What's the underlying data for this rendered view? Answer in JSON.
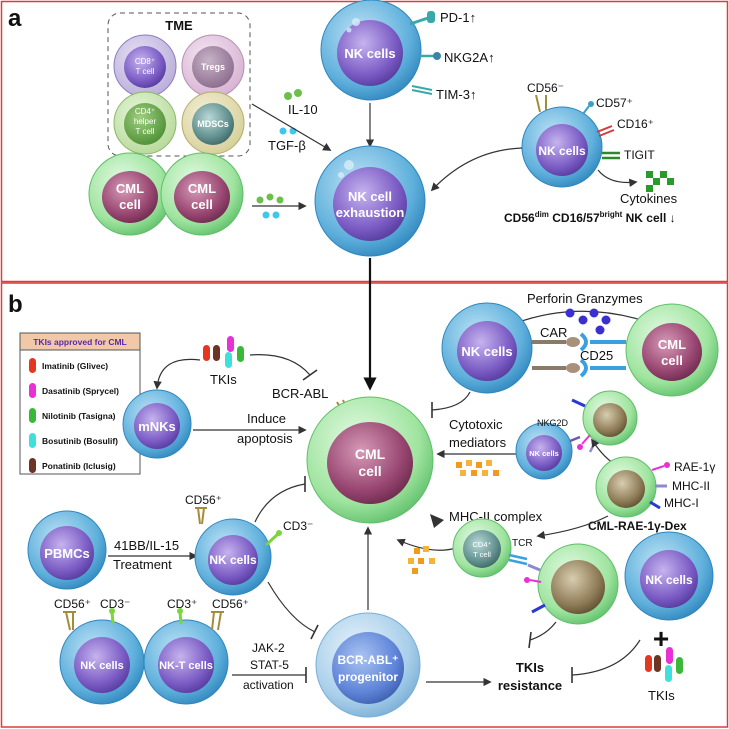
{
  "panels": {
    "a": {
      "letter": "a",
      "tme": {
        "title": "TME",
        "cells": [
          "CD8⁺ T cell",
          "Tregs",
          "CD4⁺ helper T cell",
          "MDSCs"
        ]
      },
      "il10": "IL-10",
      "tgfb": "TGF-β",
      "nk_top": {
        "label": "NK cells",
        "markers": [
          "PD-1↑",
          "NKG2A↑",
          "TIM-3↑"
        ]
      },
      "cml_cells": [
        "CML cell",
        "CML cell"
      ],
      "exhaustion": "NK cell exhaustion",
      "nk_right": {
        "label": "NK cells",
        "markers": [
          "CD56⁻",
          "CD57⁺",
          "CD16⁺",
          "TIGIT"
        ],
        "cytokines": "Cytokines"
      },
      "bright_caption": "CD56dim CD16/57bright NK cell ↓"
    },
    "b": {
      "letter": "b",
      "legend": {
        "title": "TKIs approved for CML",
        "items": [
          {
            "name": "Imatinib (Glivec)",
            "color": "#e3381f"
          },
          {
            "name": "Dasatinib (Sprycel)",
            "color": "#e830d6"
          },
          {
            "name": "Nilotinib (Tasigna)",
            "color": "#3ab83a"
          },
          {
            "name": "Bosutinib (Bosulif)",
            "color": "#3fe0dc"
          },
          {
            "name": "Ponatinib (Iclusig)",
            "color": "#6b3424"
          }
        ]
      },
      "tkis": "TKIs",
      "bcr_abl": "BCR-ABL",
      "mnks": "mNKs",
      "induce_apoptosis": [
        "Induce",
        "apoptosis"
      ],
      "cml_center": "CML cell",
      "perforin": "Perforin Granzymes",
      "car": "CAR",
      "cd25": "CD25",
      "nk_car": "NK cells",
      "cml_car": "CML cell",
      "cytotoxic": [
        "Cytotoxic",
        "mediators"
      ],
      "nkg2d": "NKG2D",
      "nk_small": "NK cells",
      "rae": [
        "RAE-1γ",
        "MHC-II",
        "MHC-I"
      ],
      "rae_caption": "CML-RAE-1γ-Dex",
      "mhc_complex": "MHC-II complex",
      "cd4_cell": "CD4⁺ T cell",
      "tcr": "TCR",
      "pbmcs": "PBMCs",
      "treatment": [
        "41BB/IL-15",
        "Treatment"
      ],
      "nk_mid": {
        "label": "NK cells",
        "cd56": "CD56⁺",
        "cd3": "CD3⁻"
      },
      "nk_bottom": {
        "label": "NK cells",
        "cd56": "CD56⁺",
        "cd3": "CD3⁻"
      },
      "nkt_bottom": {
        "label": "NK-T cells",
        "cd3": "CD3⁺",
        "cd56": "CD56⁺"
      },
      "jak": [
        "JAK-2",
        "STAT-5",
        "activation"
      ],
      "progenitor": [
        "BCR-ABL⁺",
        "progenitor"
      ],
      "resistance": [
        "TKIs",
        "resistance"
      ],
      "nk_br": "NK cells",
      "tkis_br": "TKIs",
      "plus": "+"
    }
  },
  "colors": {
    "panel_border": "#e03a3a",
    "nk_fill": "#5fb0dc",
    "nk_nucleus": "#7a5bc4",
    "cml_fill": "#8fe08f",
    "cml_nucleus": "#8f3f66",
    "granule_green": "#6cbf4a",
    "granule_cyan": "#3ec6ec",
    "cytokine_green": "#2a9a2a",
    "orange": "#f39a1e",
    "blue_granule": "#3a2fd0"
  }
}
